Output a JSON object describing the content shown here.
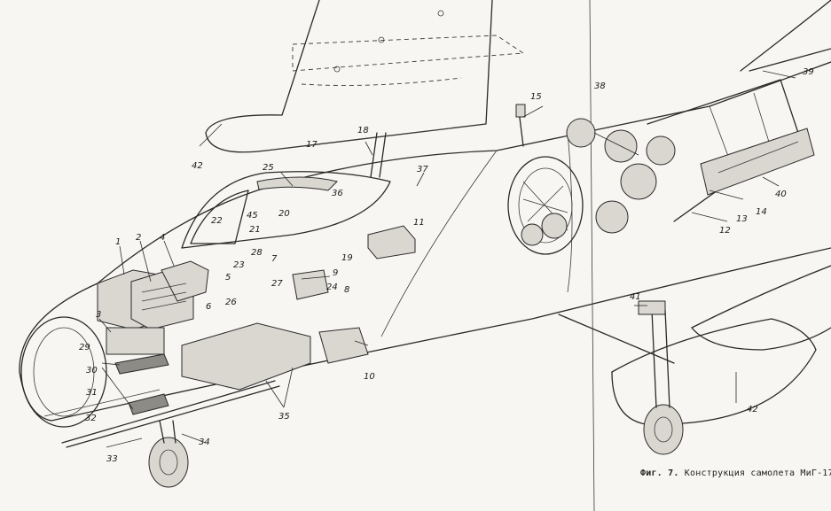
{
  "caption": {
    "prefix": "Фиг. 7.",
    "text": "Конструкция самолета МиГ-17"
  },
  "callouts": [
    "1",
    "2",
    "3",
    "4",
    "5",
    "6",
    "7",
    "8",
    "9",
    "10",
    "11",
    "12",
    "13",
    "14",
    "15",
    "17",
    "18",
    "19",
    "20",
    "21",
    "22",
    "23",
    "24",
    "25",
    "26",
    "27",
    "28",
    "29",
    "30",
    "31",
    "32",
    "33",
    "34",
    "35",
    "36",
    "37",
    "38",
    "39",
    "40",
    "41",
    "42",
    "45"
  ],
  "colors": {
    "ink": "#2a2a2a",
    "paper": "#f7f6f2"
  }
}
